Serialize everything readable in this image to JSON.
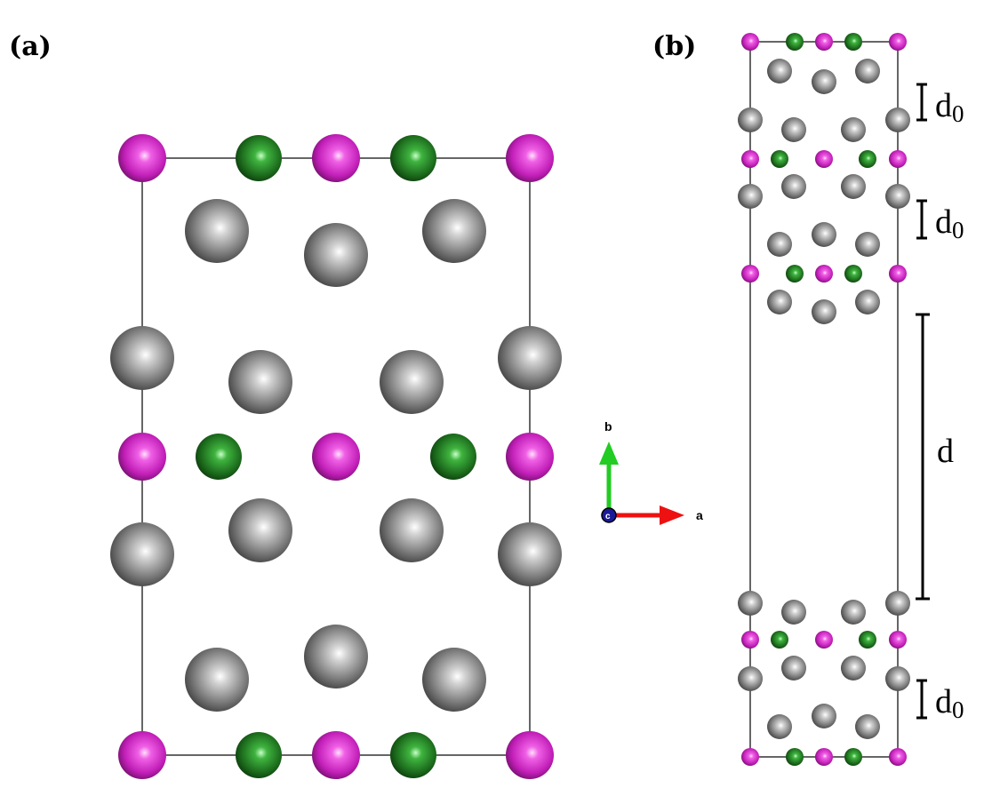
{
  "panels": {
    "a": {
      "label": "(a)"
    },
    "b": {
      "label": "(b)"
    }
  },
  "axes": {
    "b_label": "b",
    "a_label": "a",
    "c_label": "c"
  },
  "dimensions": {
    "d0_main": "d",
    "d0_sub": "0",
    "d_label": "d"
  },
  "colors": {
    "magenta_atom": "#d126c8",
    "green_atom": "#1f7a1f",
    "grey_atom": "#8a8a8a",
    "axis_b": "#22cc22",
    "axis_a": "#ee1111",
    "axis_c": "#1a1a99"
  }
}
